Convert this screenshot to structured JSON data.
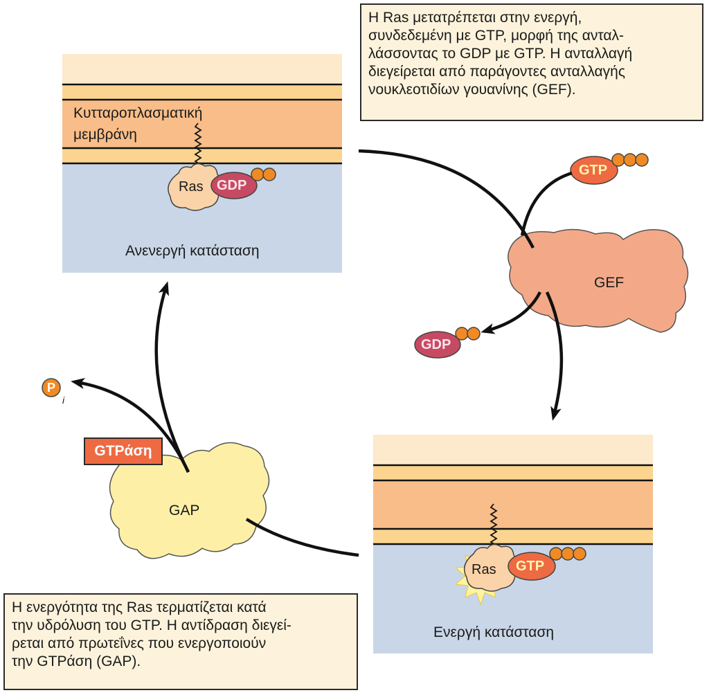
{
  "captions": {
    "gef": [
      "Η Ras μετατρέπεται στην ενεργή,",
      "συνδεδεμένη με GTP, μορφή της ανταλ-",
      "λάσσοντας το GDP με GTP. Η ανταλλαγή",
      "διεγείρεται από παράγοντες ανταλλαγής",
      "νουκλεοτιδίων γουανίνης (GEF)."
    ],
    "gap": [
      "Η ενεργότητα της Ras τερματίζεται κατά",
      "την υδρόλυση του GTP. Η αντίδραση διεγεί-",
      "ρεται από πρωτεΐνες που ενεργοποιούν",
      "την GTPάση (GAP)."
    ]
  },
  "inactive_panel": {
    "membrane_label_line1": "Κυτταροπλασματική",
    "membrane_label_line2": "μεμβράνη",
    "protein": "Ras",
    "nucleotide": "GDP",
    "state_label": "Ανενεργή κατάσταση"
  },
  "active_panel": {
    "protein": "Ras",
    "nucleotide": "GTP",
    "state_label": "Ενεργή κατάσταση"
  },
  "gef": {
    "label": "GEF",
    "incoming": "GTP",
    "released": "GDP"
  },
  "gap": {
    "label": "GAP",
    "badge": "GTPάση",
    "phosphate": "P",
    "phosphate_subscript": "i"
  },
  "colors": {
    "cytosol": "#c9d6e7",
    "membrane_core": "#f8bd88",
    "membrane_leaflet": "#fbd58f",
    "extracellular": "#fde9cc",
    "ras": "#fbd3a8",
    "gdp": "#c74a63",
    "gtp": "#ee6a42",
    "phosphate": "#f08a24",
    "gef": "#f3a988",
    "gap": "#fdf0a6",
    "gtpase_badge": "#ee6a42",
    "caption_bg": "#fdf3dc"
  }
}
